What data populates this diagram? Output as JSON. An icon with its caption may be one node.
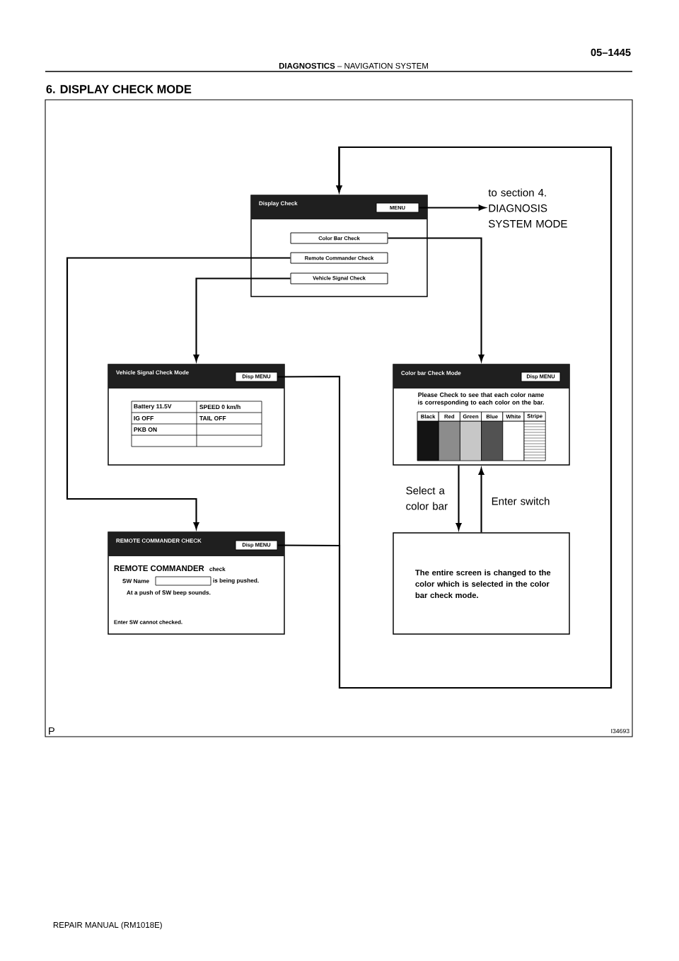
{
  "diagram": {
    "title": "6.  DISPLAY CHECK MODE",
    "nodes": [
      {
        "text": [
          "Display Check"
        ]
      },
      {
        "text": [
          "MENU"
        ],
        "in": 0
      },
      {
        "text": [
          "Color Bar Check"
        ],
        "in": 0
      },
      {
        "text": [
          "Remote Commander Check"
        ],
        "in": 0
      },
      {
        "text": [
          "Vehicle Signal Check"
        ],
        "in": 0
      },
      {
        "text": [
          "to section 4. DIAGNOSIS SYSTEM MODE"
        ]
      },
      {
        "text": [
          "Vehicle Signal Check Mode"
        ]
      },
      {
        "text": [
          "Disp MENU"
        ],
        "in": 6
      },
      {
        "text": [
          "Color bar Check Mode",
          "Please Check to see that each color name is corresponding to each color on the bar."
        ]
      },
      {
        "text": [
          "Disp MENU"
        ],
        "in": 8
      },
      {
        "text": [
          "REMOTE COMMANDER CHECK",
          "REMOTE COMMANDER",
          "check",
          "SW Name",
          "is being pushed.",
          "At a push of SW beep sounds.",
          "Enter SW cannot checked."
        ]
      },
      {
        "text": [
          "Disp MENU"
        ],
        "in": 10
      },
      {
        "text": [
          "The entire screen is changed to the color which is selected in the color bar check mode."
        ]
      }
    ],
    "edges": [
      {
        "from": 1,
        "to": 5,
        "arrow": "to"
      },
      {
        "from": 2,
        "to": 8,
        "arrow": "to"
      },
      {
        "from": 3,
        "to": 10,
        "arrow": "to"
      },
      {
        "from": 4,
        "to": 6,
        "arrow": "to"
      },
      {
        "from": 7,
        "to": 0,
        "arrow": "to"
      },
      {
        "from": 11,
        "to": 0,
        "arrow": "to"
      },
      {
        "from": 8,
        "to": 12,
        "arrow": "to",
        "label": "Select a color bar"
      },
      {
        "from": 12,
        "to": 8,
        "arrow": "to",
        "label": "Enter switch"
      }
    ],
    "labels": [
      "05–1445",
      "**DIAGNOSTICS**  –  NAVIGATION SYSTEM",
      "P",
      "I34693",
      "REPAIR MANUAL   (RM1018E)",
      "Battery 11.5V",
      "SPEED 0 km/h",
      "IG OFF",
      "TAIL OFF",
      "PKB ON",
      "Black",
      "Red",
      "Green",
      "Blue",
      "White",
      "Stripe"
    ]
  }
}
